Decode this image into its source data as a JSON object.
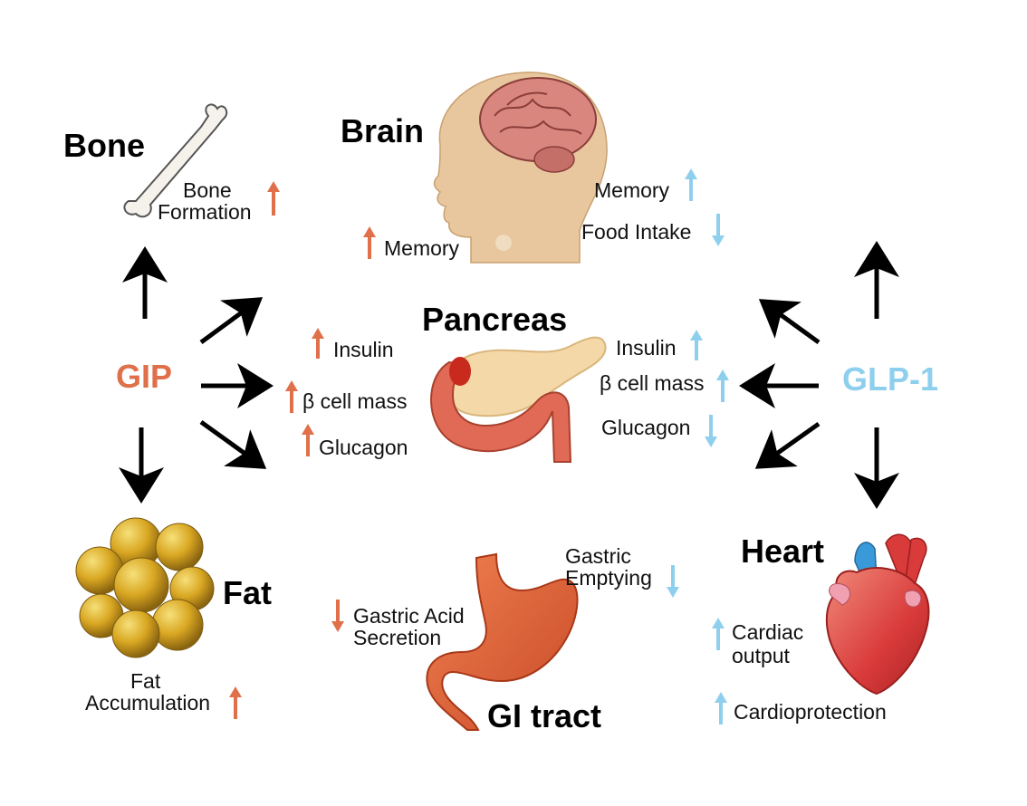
{
  "colors": {
    "gip": "#e0704a",
    "glp1": "#8fcfee",
    "arrow": "#000000",
    "brain": "#d9867f",
    "head": "#e8c79e",
    "pancreas": "#f5d8a8",
    "duodenum": "#e06a55",
    "stomach": "#e0643a",
    "fat": "#d9a722",
    "heart": "#d93a3a",
    "vessel": "#3a9ad9"
  },
  "hormones": {
    "gip": "GIP",
    "glp1": "GLP-1"
  },
  "organs": {
    "bone": "Bone",
    "brain": "Brain",
    "pancreas": "Pancreas",
    "fat": "Fat",
    "gi": "GI tract",
    "heart": "Heart"
  },
  "icons": [
    "bone-icon",
    "brain-icon",
    "pancreas-icon",
    "fat-icon",
    "stomach-icon",
    "heart-icon",
    "up-arrow-icon",
    "down-arrow-icon"
  ],
  "effects": {
    "bone_formation_1": "Bone",
    "bone_formation_2": "Formation",
    "brain_gip_memory": "Memory",
    "brain_glp_memory": "Memory",
    "brain_glp_food": "Food Intake",
    "panc_gip_insulin": "Insulin",
    "panc_gip_beta": "β cell mass",
    "panc_gip_glucagon": "Glucagon",
    "panc_glp_insulin": "Insulin",
    "panc_glp_beta": "β cell mass",
    "panc_glp_glucagon": "Glucagon",
    "fat_accum_1": "Fat",
    "fat_accum_2": "Accumulation",
    "gi_acid_1": "Gastric Acid",
    "gi_acid_2": "Secretion",
    "gi_empty_1": "Gastric",
    "gi_empty_2": "Emptying",
    "heart_cardiac_1": "Cardiac",
    "heart_cardiac_2": "output",
    "heart_protect": "Cardioprotection"
  }
}
